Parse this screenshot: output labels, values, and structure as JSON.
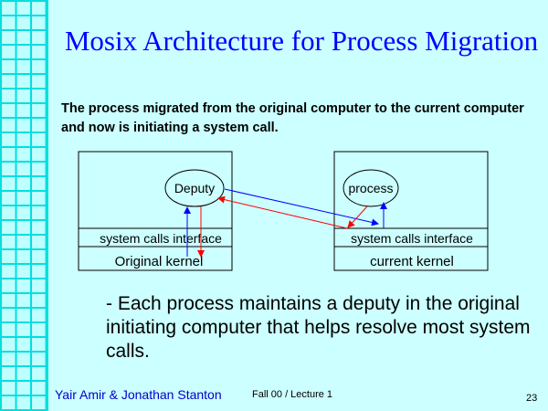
{
  "title": "Mosix Architecture for Process Migration",
  "intro": "The process migrated from the original computer to the current computer and now is initiating a system call.",
  "diagram": {
    "left": {
      "process": "Deputy",
      "interface": "system calls interface",
      "kernel": "Original kernel"
    },
    "right": {
      "process": "process",
      "interface": "system calls interface",
      "kernel": "current kernel"
    }
  },
  "bullet": "- Each process maintains a deputy in the original initiating computer that helps resolve most system calls.",
  "footer": {
    "authors": "Yair Amir & Jonathan Stanton",
    "lecture": "Fall 00 / Lecture 1",
    "page": "23"
  }
}
